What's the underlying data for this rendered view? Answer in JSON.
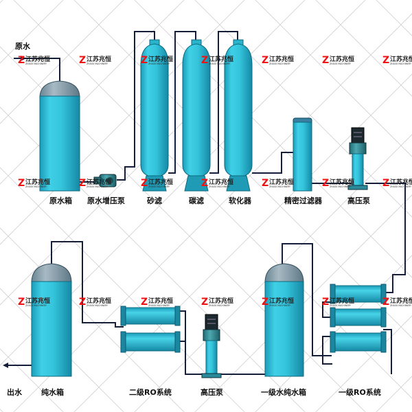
{
  "colors": {
    "tank": "#33c6de",
    "tank_dark": "#1591ad",
    "dome": "#7d97a4",
    "pipe": "#141d3a",
    "pump": "#2f7f88",
    "watermark": "#e11111",
    "grid": "#c8c8c8"
  },
  "labels": {
    "inlet": "原水",
    "outlet": "出水",
    "raw_tank": "原水箱",
    "booster_pump": "原水增压泵",
    "sand_filter": "砂滤",
    "carbon_filter": "碳滤",
    "softener": "软化器",
    "precision_filter": "精密过滤器",
    "hp_pump_top": "高压泵",
    "pure_tank": "纯水箱",
    "ro2": "二级RO系统",
    "hp_pump_bottom": "高压泵",
    "tank1": "一级水纯水箱",
    "ro1": "一级RO系统"
  },
  "watermark": {
    "cn": "江苏兆恒",
    "en": "ZHAOX MACHINERY",
    "logo": "Z"
  }
}
